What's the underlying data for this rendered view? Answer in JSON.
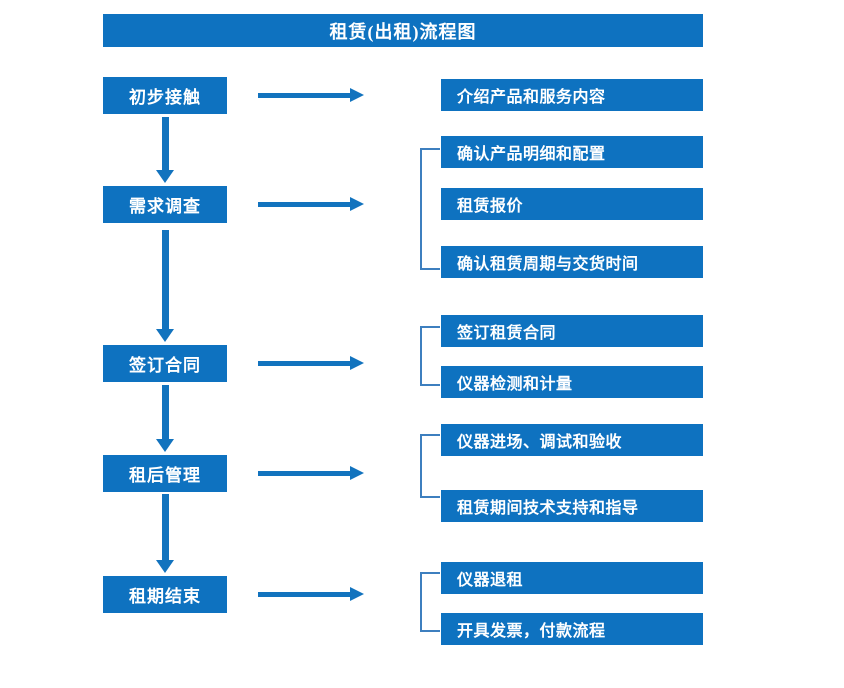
{
  "title": "租赁(出租)流程图",
  "theme": {
    "box_fill": "#0E72C0",
    "box_text": "#FFFFFF",
    "arrow_color": "#1273BE",
    "bracket_color": "#3D7FBF",
    "background": "#FFFFFF"
  },
  "stages": [
    {
      "label": "初步接触"
    },
    {
      "label": "需求调查"
    },
    {
      "label": "签订合同"
    },
    {
      "label": "租后管理"
    },
    {
      "label": "租期结束"
    }
  ],
  "details": [
    {
      "label": "介绍产品和服务内容"
    },
    {
      "label": "确认产品明细和配置"
    },
    {
      "label": "租赁报价"
    },
    {
      "label": "确认租赁周期与交货时间"
    },
    {
      "label": "签订租赁合同"
    },
    {
      "label": "仪器检测和计量"
    },
    {
      "label": "仪器进场、调试和验收"
    },
    {
      "label": "租赁期间技术支持和指导"
    },
    {
      "label": "仪器退租"
    },
    {
      "label": "开具发票，付款流程"
    }
  ],
  "groups": [
    {
      "stage": "初步接触",
      "details": [
        "介绍产品和服务内容"
      ]
    },
    {
      "stage": "需求调查",
      "details": [
        "确认产品明细和配置",
        "租赁报价",
        "确认租赁周期与交货时间"
      ]
    },
    {
      "stage": "签订合同",
      "details": [
        "签订租赁合同",
        "仪器检测和计量"
      ]
    },
    {
      "stage": "租后管理",
      "details": [
        "仪器进场、调试和验收",
        "租赁期间技术支持和指导"
      ]
    },
    {
      "stage": "租期结束",
      "details": [
        "仪器退租",
        "开具发票，付款流程"
      ]
    }
  ]
}
